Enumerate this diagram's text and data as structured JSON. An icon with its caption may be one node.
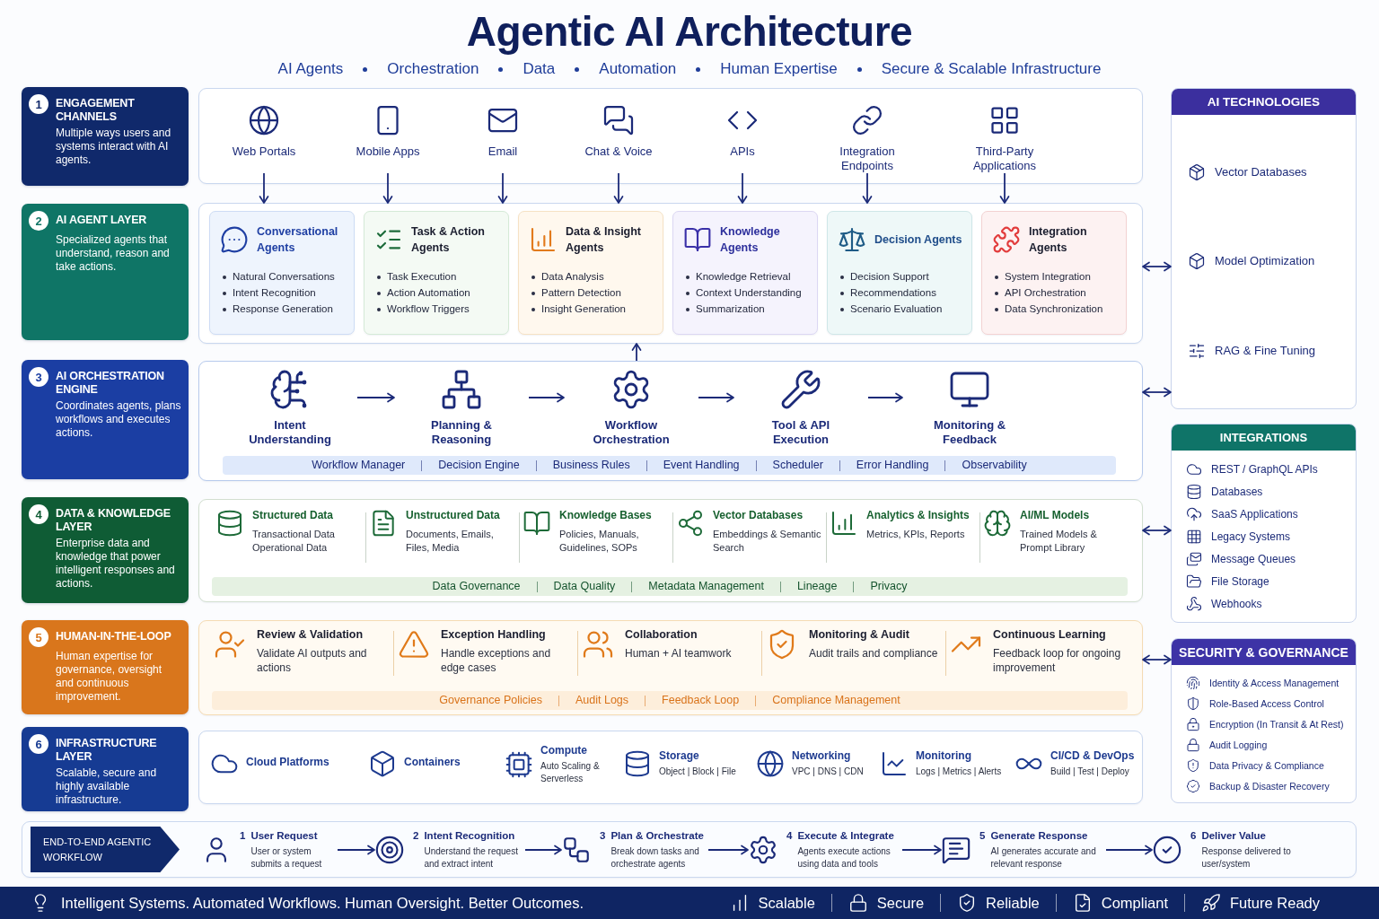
{
  "diagram": {
    "title": "Agentic AI Architecture",
    "nodes": [
      {
        "text": [
          "1",
          "ENGAGEMENT CHANNELS",
          "Multiple ways users and systems interact with AI agents."
        ]
      },
      {
        "text": [],
        "shape": "box"
      },
      {
        "text": [
          "Web Portals"
        ],
        "in": 1
      },
      {
        "text": [
          "Mobile Apps"
        ],
        "in": 1
      },
      {
        "text": [
          "Email"
        ],
        "in": 1
      },
      {
        "text": [
          "Chat & Voice"
        ],
        "in": 1
      },
      {
        "text": [
          "APIs"
        ],
        "in": 1
      },
      {
        "text": [
          "Integration Endpoints"
        ],
        "in": 1
      },
      {
        "text": [
          "Third-Party Applications"
        ],
        "in": 1
      },
      {
        "text": [
          "2",
          "AI AGENT LAYER",
          "Specialized agents that understand, reason and take actions."
        ]
      },
      {
        "text": [],
        "shape": "box"
      },
      {
        "text": [
          "Conversational Agents",
          "Natural Conversations",
          "Intent Recognition",
          "Response Generation"
        ],
        "in": 10
      },
      {
        "text": [
          "Task & Action Agents",
          "Task Execution",
          "Action Automation",
          "Workflow Triggers"
        ],
        "in": 10
      },
      {
        "text": [
          "Data & Insight Agents",
          "Data Analysis",
          "Pattern Detection",
          "Insight Generation"
        ],
        "in": 10
      },
      {
        "text": [
          "Knowledge Agents",
          "Knowledge Retrieval",
          "Context Understanding",
          "Summarization"
        ],
        "in": 10
      },
      {
        "text": [
          "Decision Agents",
          "Decision Support",
          "Recommendations",
          "Scenario Evaluation"
        ],
        "in": 10
      },
      {
        "text": [
          "Integration Agents",
          "System Integration",
          "API Orchestration",
          "Data Synchronization"
        ],
        "in": 10
      },
      {
        "text": [
          "3",
          "AI ORCHESTRATION ENGINE",
          "Coordinates agents, plans workflows and executes actions."
        ]
      },
      {
        "text": [],
        "shape": "box"
      },
      {
        "text": [
          "Intent Understanding"
        ],
        "in": 18
      },
      {
        "text": [
          "Planning & Reasoning"
        ],
        "in": 18
      },
      {
        "text": [
          "Workflow Orchestration"
        ],
        "in": 18
      },
      {
        "text": [
          "Tool & API Execution"
        ],
        "in": 18
      },
      {
        "text": [
          "Monitoring & Feedback"
        ],
        "in": 18
      },
      {
        "text": [
          "Workflow Manager",
          "Decision Engine",
          "Business Rules",
          "Event Handling",
          "Scheduler",
          "Error Handling",
          "Observability"
        ],
        "in": 18
      },
      {
        "text": [
          "4",
          "DATA & KNOWLEDGE LAYER",
          "Enterprise data and knowledge that power intelligent responses and actions."
        ]
      },
      {
        "text": [],
        "shape": "box"
      },
      {
        "text": [
          "Structured Data",
          "Transactional Data",
          "Operational Data"
        ],
        "in": 26
      },
      {
        "text": [
          "Unstructured Data",
          "Documents, Emails, Files, Media"
        ],
        "in": 26
      },
      {
        "text": [
          "Knowledge Bases",
          "Policies, Manuals, Guidelines, SOPs"
        ],
        "in": 26
      },
      {
        "text": [
          "Vector Databases",
          "Embeddings & Semantic Search"
        ],
        "in": 26
      },
      {
        "text": [
          "Analytics & Insights",
          "Metrics, KPIs, Reports"
        ],
        "in": 26
      },
      {
        "text": [
          "AI/ML Models",
          "Trained Models & Prompt Library"
        ],
        "in": 26
      },
      {
        "text": [
          "Data Governance",
          "Data Quality",
          "Metadata Management",
          "Lineage",
          "Privacy"
        ],
        "in": 26
      },
      {
        "text": [
          "5",
          "HUMAN-IN-THE-LOOP",
          "Human expertise for governance, oversight and continuous improvement."
        ]
      },
      {
        "text": [],
        "shape": "box"
      },
      {
        "text": [
          "Review & Validation",
          "Validate AI outputs and actions"
        ],
        "in": 35
      },
      {
        "text": [
          "Exception Handling",
          "Handle exceptions and edge cases"
        ],
        "in": 35
      },
      {
        "text": [
          "Collaboration",
          "Human + AI teamwork"
        ],
        "in": 35
      },
      {
        "text": [
          "Monitoring & Audit",
          "Audit trails and compliance"
        ],
        "in": 35
      },
      {
        "text": [
          "Continuous Learning",
          "Feedback loop for ongoing improvement"
        ],
        "in": 35
      },
      {
        "text": [
          "Governance Policies",
          "Audit Logs",
          "Feedback Loop",
          "Compliance Management"
        ],
        "in": 35
      },
      {
        "text": [
          "6",
          "INFRASTRUCTURE LAYER",
          "Scalable, secure and highly available infrastructure."
        ]
      },
      {
        "text": [],
        "shape": "box"
      },
      {
        "text": [
          "Cloud Platforms"
        ],
        "in": 43
      },
      {
        "text": [
          "Containers"
        ],
        "in": 43
      },
      {
        "text": [
          "Compute",
          "Auto Scaling & Serverless"
        ],
        "in": 43
      },
      {
        "text": [
          "Storage",
          "Object | Block | File"
        ],
        "in": 43
      },
      {
        "text": [
          "Networking",
          "VPC | DNS | CDN"
        ],
        "in": 43
      },
      {
        "text": [
          "Monitoring",
          "Logs | Metrics | Alerts"
        ],
        "in": 43
      },
      {
        "text": [
          "CI/CD & DevOps",
          "Build | Test | Deploy"
        ],
        "in": 43
      },
      {
        "text": [
          "AI TECHNOLOGIES",
          "Vector Databases",
          "Model Optimization",
          "RAG & Fine Tuning"
        ]
      },
      {
        "text": [
          "INTEGRATIONS",
          "REST / GraphQL APIs",
          "Databases",
          "SaaS Applications",
          "Legacy Systems",
          "Message Queues",
          "File Storage",
          "Webhooks"
        ]
      },
      {
        "text": [
          "SECURITY & GOVERNANCE",
          "Identity & Access Management",
          "Role-Based Access Control",
          "Encryption (In Transit & At Rest)",
          "Audit Logging",
          "Data Privacy & Compliance",
          "Backup & Disaster Recovery"
        ]
      },
      {
        "text": [],
        "shape": "box"
      },
      {
        "text": [
          "END-TO-END AGENTIC WORKFLOW"
        ],
        "in": 54
      },
      {
        "text": [
          "1",
          "User Request",
          "User or system submits a request"
        ],
        "in": 54
      },
      {
        "text": [
          "2",
          "Intent Recognition",
          "Understand the request and extract intent"
        ],
        "in": 54
      },
      {
        "text": [
          "3",
          "Plan & Orchestrate",
          "Break down tasks and orchestrate agents"
        ],
        "in": 54
      },
      {
        "text": [
          "4",
          "Execute & Integrate",
          "Agents execute actions using data and tools"
        ],
        "in": 54
      },
      {
        "text": [
          "5",
          "Generate Response",
          "AI generates accurate and relevant response"
        ],
        "in": 54
      },
      {
        "text": [
          "6",
          "Deliver Value",
          "Response delivered to user/system"
        ],
        "in": 54
      },
      {
        "text": [
          "Intelligent Systems. Automated Workflows. Human Oversight. Better Outcomes.",
          "Scalable",
          "Secure",
          "Reliable",
          "Compliant",
          "Future Ready"
        ]
      }
    ],
    "edges": [
      {
        "from": 2,
        "to": 10,
        "arrow": "to"
      },
      {
        "from": 3,
        "to": 10,
        "arrow": "to"
      },
      {
        "from": 4,
        "to": 10,
        "arrow": "to"
      },
      {
        "from": 5,
        "to": 10,
        "arrow": "to"
      },
      {
        "from": 6,
        "to": 10,
        "arrow": "to"
      },
      {
        "from": 7,
        "to": 10,
        "arrow": "to"
      },
      {
        "from": 8,
        "to": 10,
        "arrow": "to"
      },
      {
        "from": 18,
        "to": 10,
        "arrow": "to"
      },
      {
        "from": 10,
        "to": 51,
        "arrow": "both"
      },
      {
        "from": 18,
        "to": 51,
        "arrow": "both"
      },
      {
        "from": 26,
        "to": 52,
        "arrow": "both"
      },
      {
        "from": 35,
        "to": 53,
        "arrow": "both"
      },
      {
        "from": 19,
        "to": 20,
        "arrow": "to"
      },
      {
        "from": 20,
        "to": 21,
        "arrow": "to"
      },
      {
        "from": 21,
        "to": 22,
        "arrow": "to"
      },
      {
        "from": 22,
        "to": 23,
        "arrow": "to"
      },
      {
        "from": 56,
        "to": 57,
        "arrow": "to"
      },
      {
        "from": 57,
        "to": 58,
        "arrow": "to"
      },
      {
        "from": 58,
        "to": 59,
        "arrow": "to"
      },
      {
        "from": 59,
        "to": 60,
        "arrow": "to"
      },
      {
        "from": 60,
        "to": 61,
        "arrow": "to"
      }
    ],
    "labels": [
      "AI Agents",
      "Orchestration",
      "Data",
      "Automation",
      "Human Expertise",
      "Secure & Scalable Infrastructure"
    ]
  }
}
